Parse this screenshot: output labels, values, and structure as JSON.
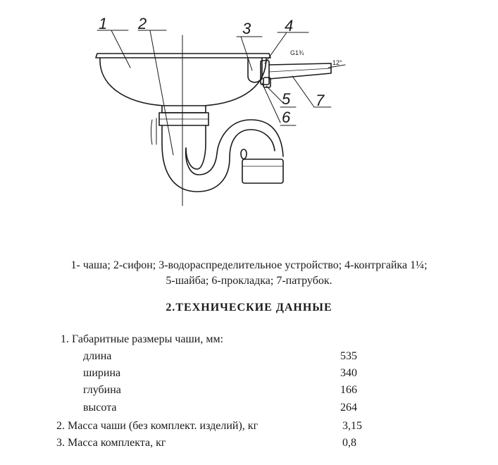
{
  "drawing": {
    "callouts": [
      "1",
      "2",
      "3",
      "4",
      "5",
      "6",
      "7"
    ],
    "thread_label": "G1¾",
    "pipe_label": "12°"
  },
  "caption": {
    "line1": "1- чаша; 2-сифон; 3-водораспределительное устройство; 4-контргайка  1¼;",
    "line2": "5-шайба; 6-прокладка; 7-патрубок."
  },
  "section_title": "2.ТЕХНИЧЕСКИЕ  ДАННЫЕ",
  "specs": {
    "item1_label": "1. Габаритные  размеры  чаши,  мм:",
    "rows": [
      {
        "label": "длина",
        "value": "535"
      },
      {
        "label": "ширина",
        "value": "340"
      },
      {
        "label": "глубина",
        "value": "166"
      },
      {
        "label": "высота",
        "value": "264"
      }
    ],
    "item2_label": "2. Масса чаши (без комплект. изделий), кг",
    "item2_value": "3,15",
    "item3_label": "3. Масса комплекта, кг",
    "item3_value": "0,8"
  }
}
